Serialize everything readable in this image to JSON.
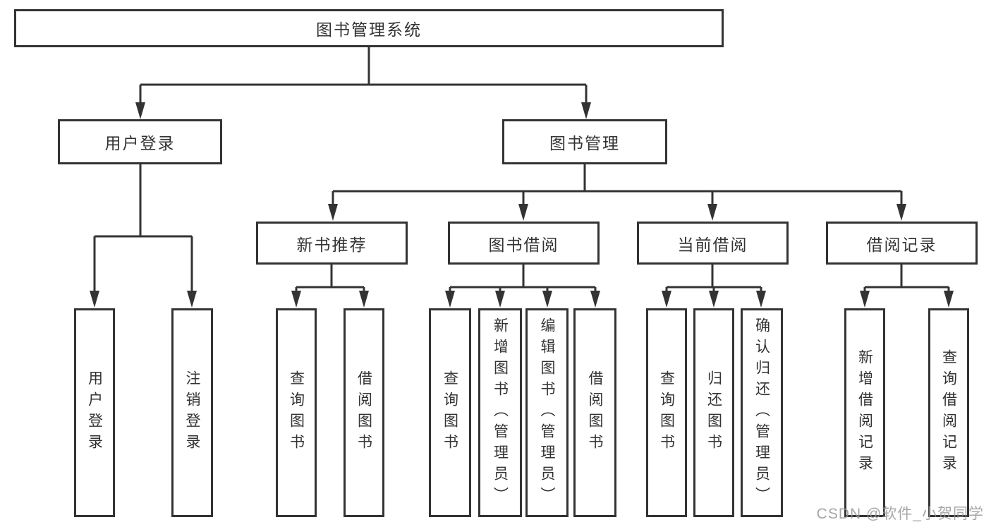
{
  "diagram": {
    "root": {
      "label": "图书管理系统"
    },
    "level2": [
      {
        "label": "用户登录"
      },
      {
        "label": "图书管理"
      }
    ],
    "level3": [
      {
        "label": "新书推荐"
      },
      {
        "label": "图书借阅"
      },
      {
        "label": "当前借阅"
      },
      {
        "label": "借阅记录"
      }
    ],
    "leaves": {
      "user_login": [
        "用户登录",
        "注销登录"
      ],
      "new_book": [
        "查询图书",
        "借阅图书"
      ],
      "book_borrow": [
        "查询图书",
        "新增图书（管理员）",
        "编辑图书（管理员）",
        "借阅图书"
      ],
      "current_borrow": [
        "查询图书",
        "归还图书",
        "确认归还（管理员）"
      ],
      "borrow_record": [
        "新增借阅记录",
        "查询借阅记录"
      ]
    },
    "colors": {
      "line": "#333333",
      "box_background": "#ffffff",
      "text": "#333333",
      "watermark": "#969696"
    }
  },
  "watermark": {
    "text": "CSDN @软件_小贺同学"
  }
}
